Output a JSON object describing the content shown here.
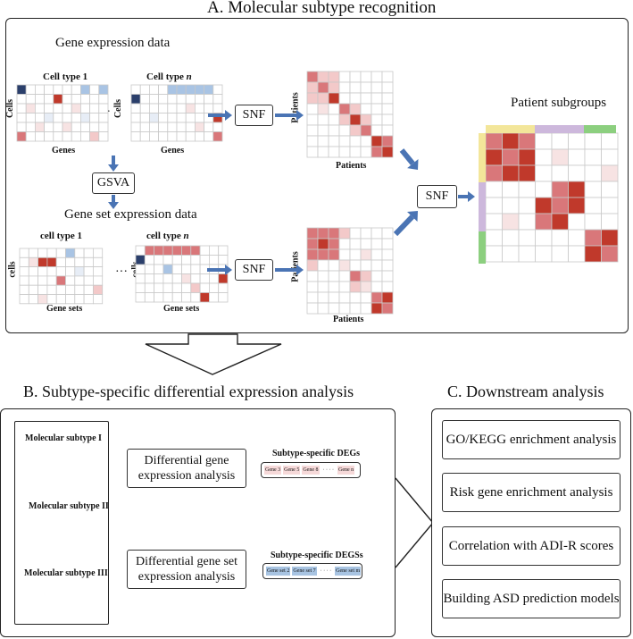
{
  "panel_a": {
    "title": "A. Molecular subtype recognition",
    "gene_expression_label": "Gene expression data",
    "gene_set_expression_label": "Gene set expression data",
    "patient_subgroups_label": "Patient subgroups",
    "cell_type_1": "Cell type 1",
    "cell_type_n_prefix": "Cell type ",
    "cell_type_n_italic": "n",
    "cell_type_1_lower": "cell type 1",
    "cell_type_n_lower_prefix": "cell type ",
    "cells_label": "Cells",
    "cells_label_lower": "cells",
    "genes_label": "Genes",
    "gene_sets_label": "Gene sets",
    "patients_label": "Patients",
    "ellipsis": "···",
    "snf_label": "SNF",
    "gsva_label": "GSVA"
  },
  "panel_b": {
    "title": "B. Subtype-specific differential expression analysis",
    "subtypes": [
      {
        "label": "Molecular subtype I",
        "color": "#f2e28e",
        "count": 3
      },
      {
        "label": "Molecular subtype II",
        "color": "#b79bd0",
        "count": 3
      },
      {
        "label": "Molecular subtype III",
        "color": "#6cbf63",
        "count": 2
      }
    ],
    "dge_line1": "Differential gene",
    "dge_line2": "expression analysis",
    "dgse_line1": "Differential gene set",
    "dgse_line2": "expression analysis",
    "degs_title": "Subtype-specific DEGs",
    "degs_items": [
      "Gene 3",
      "Gene 5",
      "Gene 8",
      "· · · ·",
      "Gene n"
    ],
    "degss_title": "Subtype-specific DEGSs",
    "degss_items": [
      "Gene set 2",
      "Gene set 7",
      "· · · ·",
      "Gene set m"
    ]
  },
  "panel_c": {
    "title": "C. Downstream analysis",
    "items": [
      "GO/KEGG enrichment analysis",
      "Risk gene enrichment analysis",
      "Correlation with ADI-R scores",
      "Building ASD prediction models"
    ]
  },
  "colors": {
    "arrow": "#4a74b4",
    "heat_dark": "#c0392b",
    "heat_mid": "#d9777a",
    "heat_light": "#f3c9c9",
    "cell_blue": "#a9c4e4",
    "cell_navy": "#2b3f6b",
    "degs_fill": "#f6d9d9",
    "degss_fill": "#a8c4e2",
    "subgroup_yellow": "#f3e69a",
    "subgroup_purple": "#cdb8dc",
    "subgroup_green": "#8ccf7f"
  }
}
